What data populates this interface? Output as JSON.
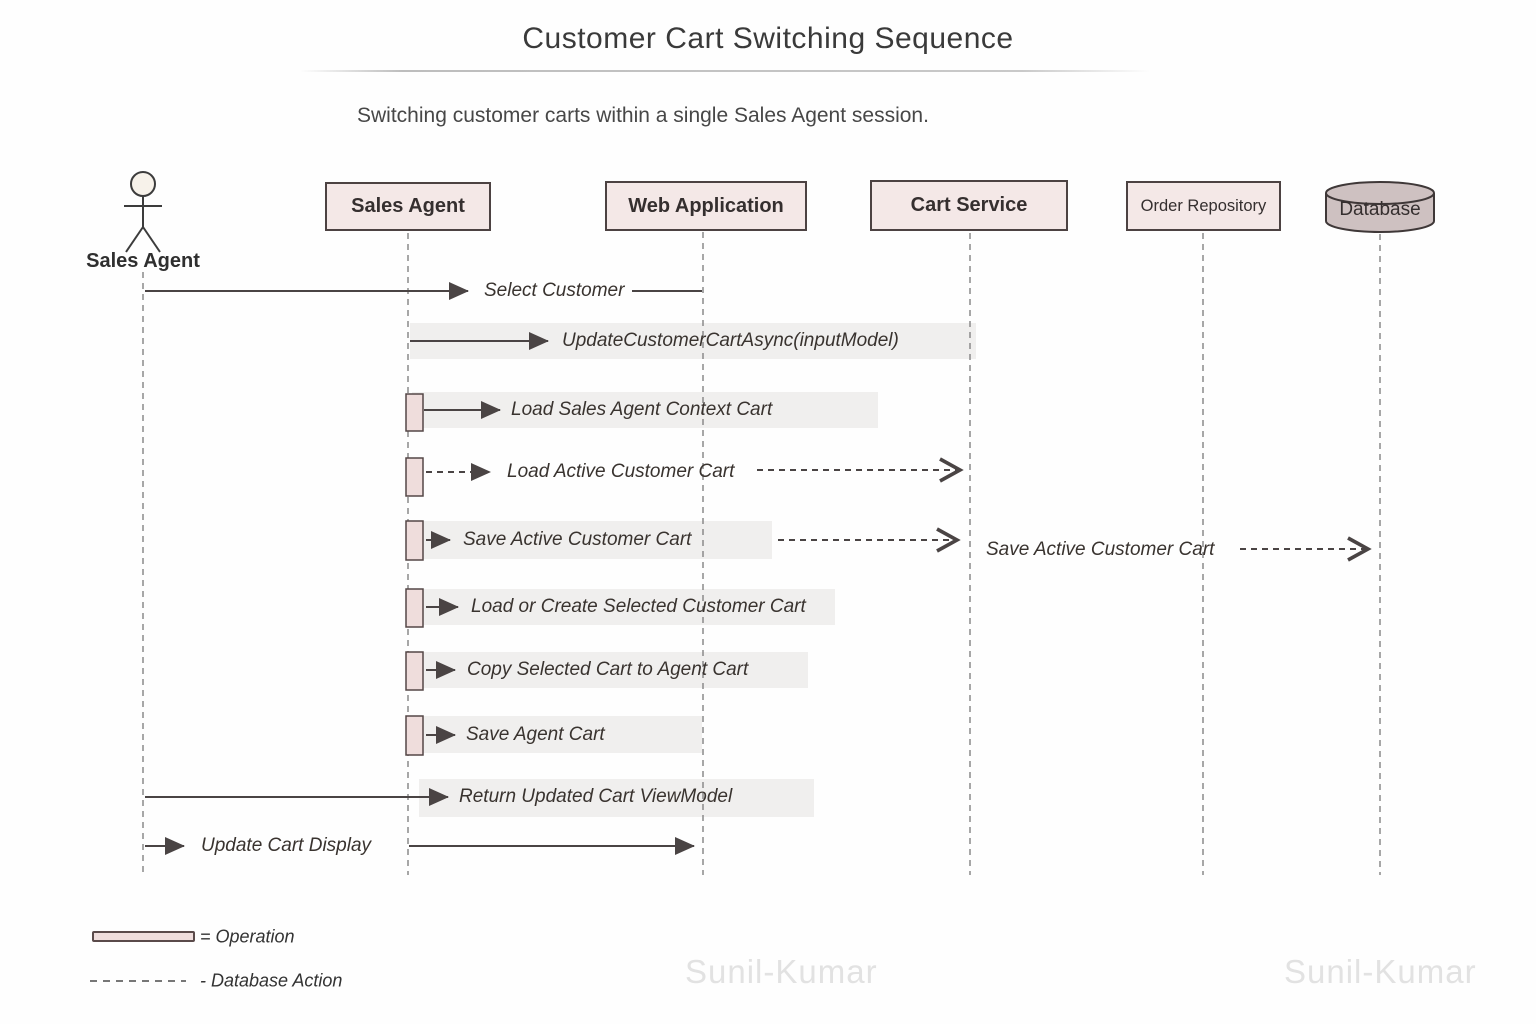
{
  "header": {
    "title": "Customer Cart Switching Sequence",
    "subtitle": "Switching customer carts within a single Sales Agent session."
  },
  "actor": {
    "label": "Sales Agent"
  },
  "participants": [
    {
      "label": "Sales Agent",
      "type": "box"
    },
    {
      "label": "Web Application",
      "type": "box"
    },
    {
      "label": "Cart Service",
      "type": "box"
    },
    {
      "label": "Order Repository",
      "type": "box"
    },
    {
      "label": "Database",
      "type": "cylinder"
    }
  ],
  "messages": [
    {
      "label": "Select Customer",
      "from": "Sales Agent (actor)",
      "to": "Web Application",
      "line": "solid",
      "highlighted": false
    },
    {
      "label": "UpdateCustomerCartAsync(inputModel)",
      "from": "Sales Agent",
      "to": "Web Application",
      "line": "solid",
      "highlighted": true
    },
    {
      "label": "Load Sales Agent Context Cart",
      "from": "Sales Agent",
      "to": "Web Application",
      "line": "solid",
      "highlighted": true,
      "activation": true
    },
    {
      "label": "Load Active Customer Cart",
      "from": "Sales Agent",
      "to": "Cart Service",
      "line": "dashed",
      "highlighted": false,
      "activation": true
    },
    {
      "label": "Save Active Customer Cart",
      "from": "Sales Agent",
      "to": "Cart Service",
      "line": "solid-then-dashed",
      "highlighted": true,
      "activation": true
    },
    {
      "label": "Save Active Customer Cart",
      "from": "Cart Service",
      "to": "Database",
      "line": "dashed",
      "highlighted": false
    },
    {
      "label": "Load or Create Selected Customer Cart",
      "from": "Sales Agent",
      "line": "solid",
      "highlighted": true,
      "activation": true
    },
    {
      "label": "Copy Selected Cart to Agent Cart",
      "from": "Sales Agent",
      "line": "solid",
      "highlighted": true,
      "activation": true
    },
    {
      "label": "Save Agent Cart",
      "from": "Sales Agent",
      "line": "solid",
      "highlighted": true,
      "activation": true
    },
    {
      "label": "Return Updated Cart ViewModel",
      "from": "Sales Agent (actor)",
      "line": "solid",
      "highlighted": true
    },
    {
      "label": "Update Cart Display",
      "from": "Sales Agent (actor)",
      "to": "Web Application",
      "line": "solid",
      "highlighted": false
    }
  ],
  "legend": {
    "items": [
      {
        "symbol": "operation-bar",
        "label": "= Operation"
      },
      {
        "symbol": "dashed-line",
        "label": "- Database Action"
      }
    ]
  },
  "watermark": {
    "text": "Sunil-Kumar"
  },
  "colors": {
    "participant_fill": "#f4e8e7",
    "participant_border": "#4c4242",
    "activation_fill": "#efdddc",
    "activation_border": "#5a4a4a",
    "database_fill": "#cec1c1",
    "highlight_band": "#f0efee",
    "message_line": "#4a4444",
    "lifeline": "#8a8a8a",
    "watermark": "#e2e2e2",
    "background": "#fefefe"
  }
}
